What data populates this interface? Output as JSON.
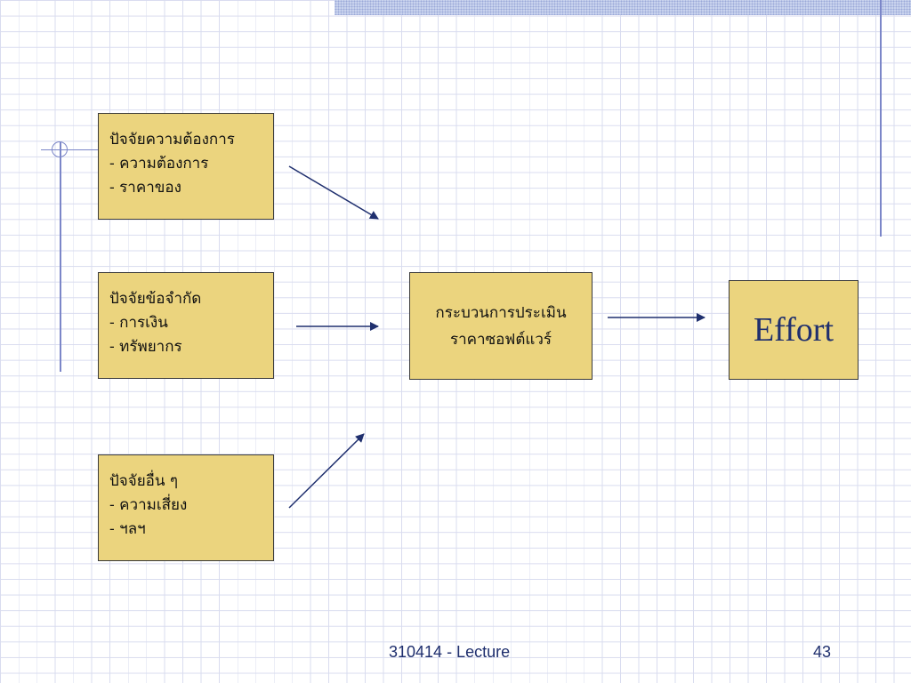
{
  "factors": {
    "requirements": {
      "title": "ปัจจัยความต้องการ",
      "items": [
        "- ความต้องการ",
        "- ราคาของ"
      ]
    },
    "constraints": {
      "title": "ปัจจัยข้อจำกัด",
      "items": [
        "- การเงิน",
        "- ทรัพยากร"
      ]
    },
    "others": {
      "title": "ปัจจัยอื่น ๆ",
      "items": [
        "- ความเสี่ยง",
        "- ฯลฯ"
      ]
    }
  },
  "process": {
    "line1": "กระบวนการประเมิน",
    "line2": "ราคาซอฟต์แวร์"
  },
  "output": {
    "label": "Effort"
  },
  "footer": {
    "course": "310414 - Lecture",
    "page": "43"
  },
  "colors": {
    "box_fill": "#ebd47e",
    "arrow": "#1f2f6e",
    "effort_text": "#1f2f6e"
  }
}
